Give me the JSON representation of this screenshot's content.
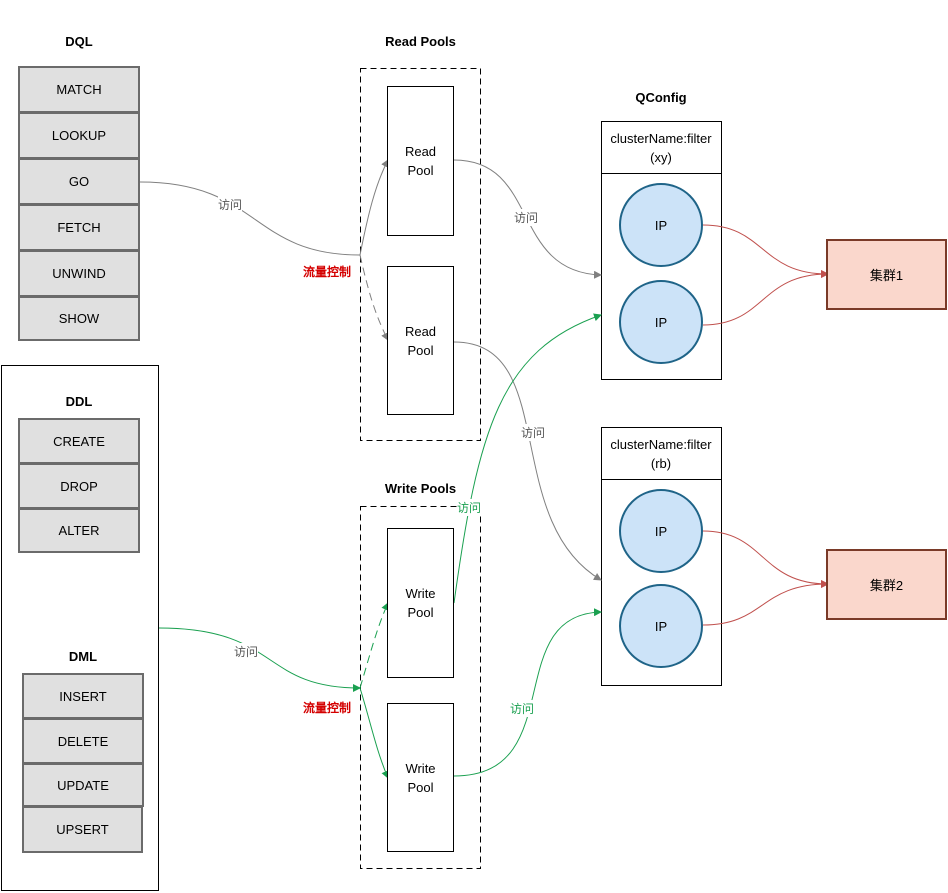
{
  "dql": {
    "title": "DQL",
    "items": [
      "MATCH",
      "LOOKUP",
      "GO",
      "FETCH",
      "UNWIND",
      "SHOW"
    ]
  },
  "ddl": {
    "title": "DDL",
    "items": [
      "CREATE",
      "DROP",
      "ALTER"
    ]
  },
  "dml": {
    "title": "DML",
    "items": [
      "INSERT",
      "DELETE",
      "UPDATE",
      "UPSERT"
    ]
  },
  "read_pools": {
    "title": "Read Pools",
    "pools": [
      {
        "line1": "Read",
        "line2": "Pool"
      },
      {
        "line1": "Read",
        "line2": "Pool"
      }
    ]
  },
  "write_pools": {
    "title": "Write Pools",
    "pools": [
      {
        "line1": "Write",
        "line2": "Pool"
      },
      {
        "line1": "Write",
        "line2": "Pool"
      }
    ]
  },
  "qconfig": {
    "title": "QConfig",
    "groups": [
      {
        "filter_line1": "clusterName:filter",
        "filter_line2": "(xy)",
        "nodes": [
          "IP",
          "IP"
        ],
        "cluster": "集群1"
      },
      {
        "filter_line1": "clusterName:filter",
        "filter_line2": "(rb)",
        "nodes": [
          "IP",
          "IP"
        ],
        "cluster": "集群2"
      }
    ]
  },
  "edge_labels": {
    "access": "访问",
    "flow_control": "流量控制"
  },
  "colors": {
    "read_path": "#808080",
    "write_path": "#1aa050",
    "cluster_link": "#c0504d",
    "flow_control_text": "#d40000"
  }
}
